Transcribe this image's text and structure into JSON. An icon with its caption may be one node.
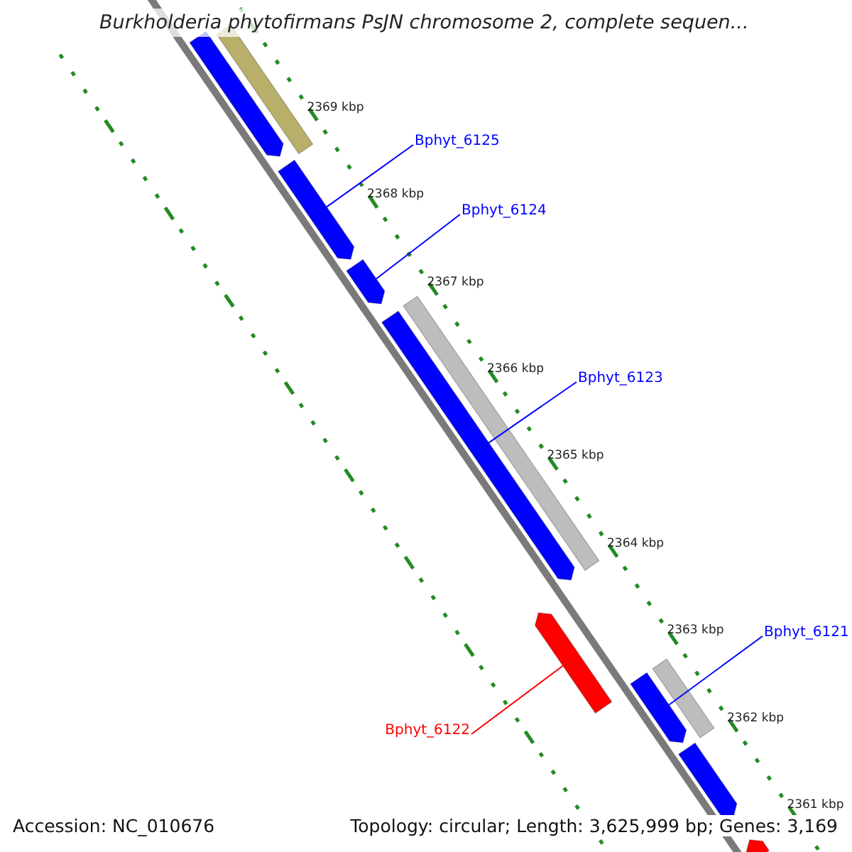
{
  "diagram": {
    "title": "Burkholderia phytofirmans PsJN chromosome 2, complete sequen...",
    "nodes": [
      {
        "text": [
          "Bphyt_6125"
        ]
      },
      {
        "text": [
          "Bphyt_6124"
        ]
      },
      {
        "text": [
          "Bphyt_6123"
        ]
      },
      {
        "text": [
          "Bphyt_6121"
        ]
      },
      {
        "text": [
          "Bphyt_6122"
        ]
      },
      {
        "text": [],
        "shape": "arrow"
      },
      {
        "text": [],
        "shape": "bar"
      },
      {
        "text": [],
        "shape": "arrow"
      },
      {
        "text": [],
        "shape": "arrow"
      },
      {
        "text": [],
        "shape": "bar"
      },
      {
        "text": [],
        "shape": "arrow"
      },
      {
        "text": [],
        "shape": "arrow"
      },
      {
        "text": [],
        "shape": "bar"
      },
      {
        "text": [],
        "shape": "arrow"
      },
      {
        "text": [],
        "shape": "arrow"
      },
      {
        "text": [],
        "shape": "arrow"
      }
    ],
    "edges": [
      {
        "from": 0,
        "to": 7,
        "arrow": "none"
      },
      {
        "from": 1,
        "to": 8,
        "arrow": "none"
      },
      {
        "from": 2,
        "to": 10,
        "arrow": "none"
      },
      {
        "from": 3,
        "to": 13,
        "arrow": "none"
      },
      {
        "from": 4,
        "to": 11,
        "arrow": "none",
        "color": "#ff0000"
      }
    ],
    "labels": [
      "2369 kbp",
      "2368 kbp",
      "2367 kbp",
      "2366 kbp",
      "2365 kbp",
      "2364 kbp",
      "2363 kbp",
      "2362 kbp",
      "2361 kbp",
      "Accession: NC_010676",
      "Topology: circular; Length: 3,625,999 bp; Genes: 3,169"
    ]
  }
}
